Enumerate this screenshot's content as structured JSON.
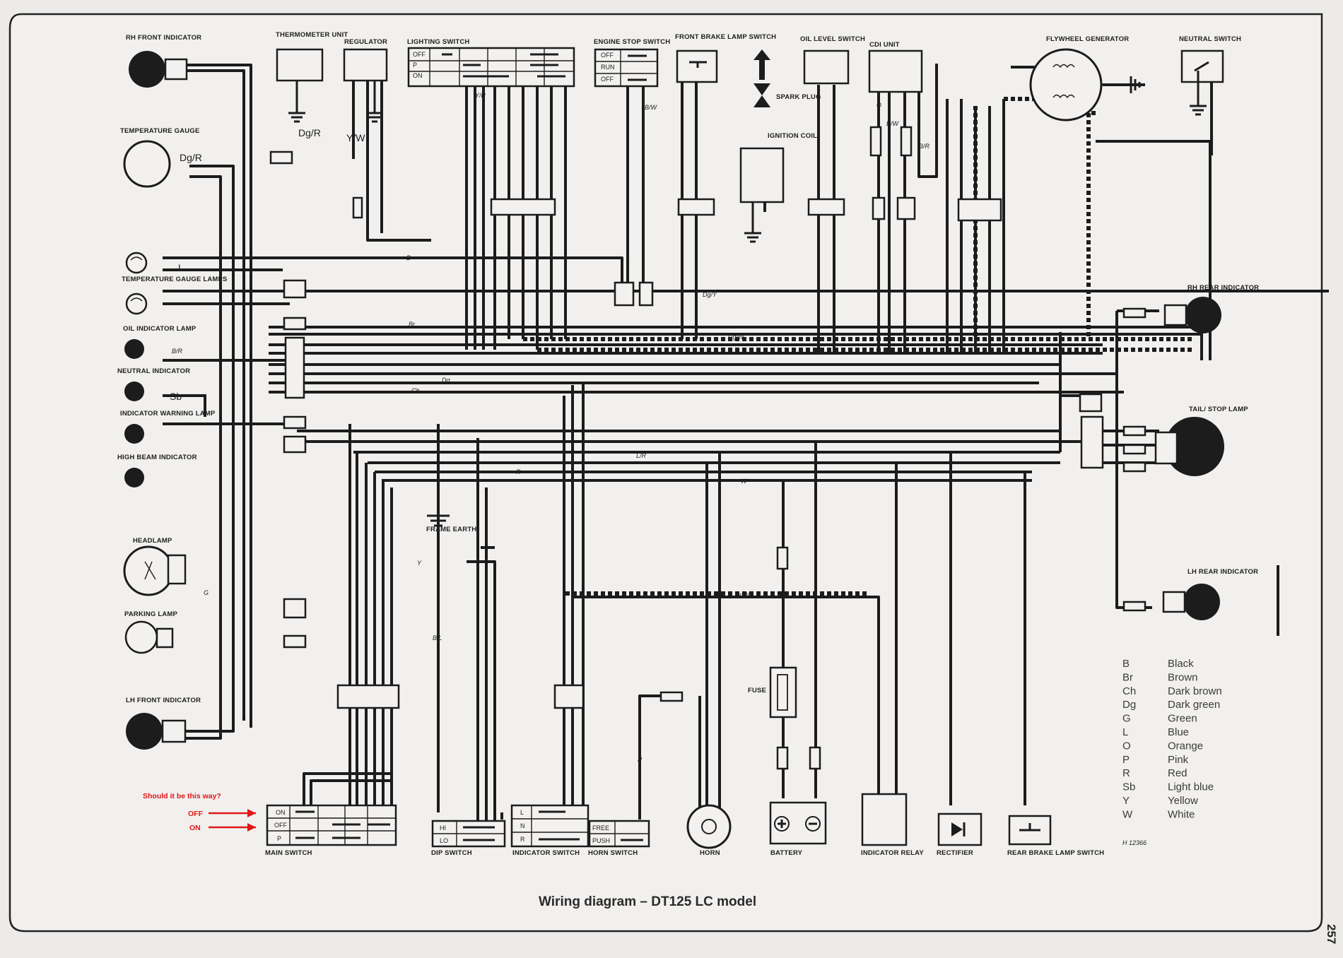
{
  "title": "Wiring diagram – DT125 LC model",
  "page_number": "257",
  "drawing_ref": "H 12366",
  "note": {
    "question": "Should it be this way?",
    "off_label": "OFF",
    "on_label": "ON",
    "color": "#e01616"
  },
  "components": {
    "rh_front_indicator": "RH FRONT INDICATOR",
    "thermometer_unit": "THERMOMETER UNIT",
    "regulator": "REGULATOR",
    "lighting_switch": "LIGHTING SWITCH",
    "engine_stop_switch": "ENGINE STOP SWITCH",
    "front_brake_lamp_switch": "FRONT BRAKE LAMP SWITCH",
    "spark_plug": "SPARK PLUG",
    "ignition_coil": "IGNITION COIL",
    "oil_level_switch": "OIL LEVEL SWITCH",
    "cdi_unit": "CDI UNIT",
    "flywheel_generator": "FLYWHEEL GENERATOR",
    "neutral_switch": "NEUTRAL SWITCH",
    "temperature_gauge": "TEMPERATURE GAUGE",
    "temperature_gauge_lamps": "TEMPERATURE GAUGE LAMPS",
    "oil_indicator_lamp": "OIL INDICATOR LAMP",
    "neutral_indicator": "NEUTRAL INDICATOR",
    "indicator_warning_lamp": "INDICATOR WARNING LAMP",
    "high_beam_indicator": "HIGH BEAM INDICATOR",
    "frame_earth": "FRAME EARTH",
    "headlamp": "HEADLAMP",
    "parking_lamp": "PARKING LAMP",
    "lh_front_indicator": "LH FRONT INDICATOR",
    "rh_rear_indicator": "RH REAR INDICATOR",
    "tail_stop_lamp": "TAIL/ STOP LAMP",
    "lh_rear_indicator": "LH REAR INDICATOR",
    "fuse": "FUSE",
    "main_switch": "MAIN SWITCH",
    "dip_switch": "DIP SWITCH",
    "indicator_switch": "INDICATOR SWITCH",
    "horn_switch": "HORN SWITCH",
    "horn": "HORN",
    "battery": "BATTERY",
    "indicator_relay": "INDICATOR RELAY",
    "rectifier": "RECTIFIER",
    "rear_brake_lamp_switch": "REAR BRAKE LAMP SWITCH"
  },
  "switch_positions": {
    "lighting": [
      "OFF",
      "P",
      "ON"
    ],
    "engine_stop": [
      "OFF",
      "RUN",
      "OFF"
    ],
    "main": [
      "ON",
      "OFF",
      "P"
    ],
    "dip": [
      "HI",
      "LO"
    ],
    "indicator": [
      "L",
      "N",
      "R"
    ],
    "horn": [
      "FREE",
      "PUSH"
    ]
  },
  "wire_labels": {
    "dg_r": "Dg/R",
    "y_w": "Y/W",
    "dg_r_gauge": "Dg/R",
    "l": "L",
    "sb": "Sb",
    "b": "B",
    "br": "Br",
    "ch": "Ch",
    "dg": "Dg",
    "y": "Y",
    "r": "R",
    "w": "W",
    "g": "G",
    "p": "P",
    "o": "O",
    "b_r": "B/R",
    "b_w": "B/W",
    "br_w": "Br/W",
    "dg_w": "Dg/W",
    "dg_y": "Dg/Y",
    "l_r": "L/R",
    "y_r": "Y/R",
    "b_l": "B/L",
    "b_r_cdi": "B/R",
    "b_w_cdi": "B/W"
  },
  "colour_key": [
    {
      "code": "B",
      "name": "Black"
    },
    {
      "code": "Br",
      "name": "Brown"
    },
    {
      "code": "Ch",
      "name": "Dark brown"
    },
    {
      "code": "Dg",
      "name": "Dark green"
    },
    {
      "code": "G",
      "name": "Green"
    },
    {
      "code": "L",
      "name": "Blue"
    },
    {
      "code": "O",
      "name": "Orange"
    },
    {
      "code": "P",
      "name": "Pink"
    },
    {
      "code": "R",
      "name": "Red"
    },
    {
      "code": "Sb",
      "name": "Light blue"
    },
    {
      "code": "Y",
      "name": "Yellow"
    },
    {
      "code": "W",
      "name": "White"
    }
  ]
}
